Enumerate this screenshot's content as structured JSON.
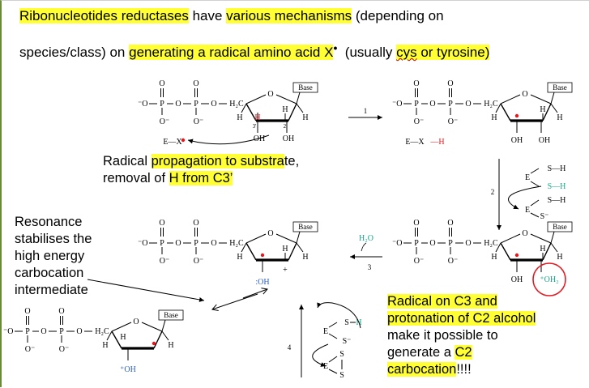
{
  "header": {
    "line1": [
      {
        "t": "Ribonucleotides reductases",
        "hl": true
      },
      {
        "t": " have ",
        "hl": false
      },
      {
        "t": "various mechanisms",
        "hl": true
      },
      {
        "t": " (depending on",
        "hl": false
      }
    ],
    "line2": [
      {
        "t": "species/class) on ",
        "hl": false
      },
      {
        "t": "generating a radical amino acid X",
        "hl": true
      },
      {
        "t": "•",
        "hl": false,
        "sup": true
      },
      {
        "t": "  (usually ",
        "hl": false
      },
      {
        "t": "cys",
        "hl": true,
        "ul": true
      },
      {
        "t": " or tyrosine)",
        "hl": true
      }
    ]
  },
  "notes": {
    "propagation": {
      "line1": [
        {
          "t": "Radical ",
          "hl": false
        },
        {
          "t": "propagation to substra",
          "hl": true
        },
        {
          "t": "te,",
          "hl": false
        }
      ],
      "line2": [
        {
          "t": "removal of ",
          "hl": false
        },
        {
          "t": "H from C3’",
          "hl": true
        }
      ]
    },
    "resonance": [
      "Resonance",
      "stabilises the",
      "high energy",
      "carbocation",
      "intermediate"
    ],
    "radical_c3": [
      [
        {
          "t": "Radical on C3 and",
          "hl": true
        }
      ],
      [
        {
          "t": "protonation of C2 alcohol",
          "hl": true
        }
      ],
      [
        {
          "t": "make it possible to",
          "hl": false
        }
      ],
      [
        {
          "t": "generate a ",
          "hl": false
        },
        {
          "t": "C2",
          "hl": true
        }
      ],
      [
        {
          "t": "carbocation",
          "hl": true
        },
        {
          "t": "!!!!",
          "hl": false
        }
      ]
    ]
  },
  "chem": {
    "o_minus": "⁻O",
    "P": "P",
    "O": "O",
    "O_minus": "O⁻",
    "H2C": "H₂C",
    "base": "Base",
    "H": "H",
    "OH": "OH",
    "OH_plus": "⁺OH",
    "colon_OH": ":OH",
    "plus": "+",
    "OH2_plus": "⁺OH₂",
    "c3_label": "3'",
    "c2_label": "2'",
    "EX_radical": "E—X",
    "EXH_E": "E—X",
    "EXH_H": "—H",
    "E": "E",
    "S": "S",
    "SH": "S—H",
    "S_minus": "S⁻",
    "H2O": "H₂O",
    "step1": "1",
    "step2": "2",
    "step3": "3",
    "step4": "4",
    "colors": {
      "red": "#e8161b",
      "teal": "#1aa58a",
      "blue": "#2b5fb8",
      "black": "#000000",
      "highlight": "#ffff33",
      "circle": "#e21b23"
    }
  }
}
